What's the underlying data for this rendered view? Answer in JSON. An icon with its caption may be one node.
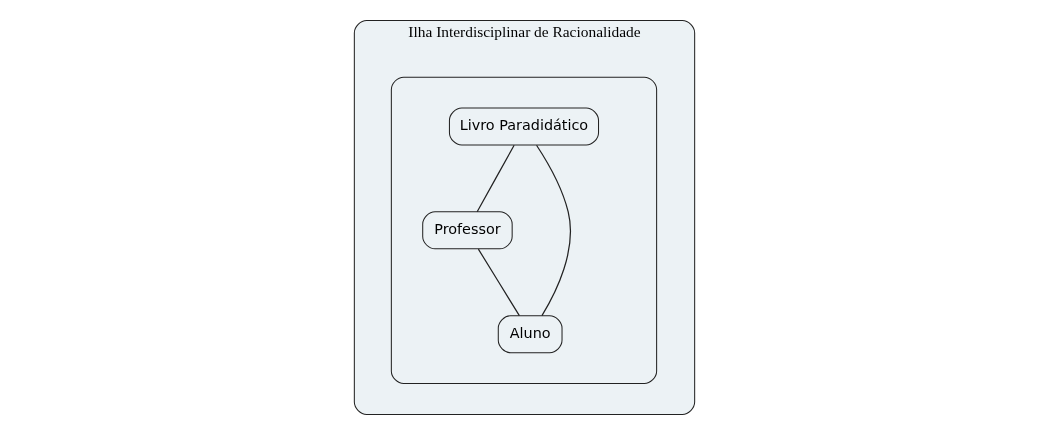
{
  "diagram": {
    "nodes": [
      {
        "text": [
          "Ilha Interdisciplinar de Racionalidade"
        ]
      },
      {
        "text": [],
        "shape": "box",
        "in": 0
      },
      {
        "text": [
          "Livro Paradidático"
        ],
        "in": 1
      },
      {
        "text": [
          "Professor"
        ],
        "in": 1
      },
      {
        "text": [
          "Aluno"
        ],
        "in": 1
      }
    ],
    "edges": [
      {
        "from": 2,
        "to": 3,
        "arrow": "none"
      },
      {
        "from": 2,
        "to": 4,
        "arrow": "none"
      },
      {
        "from": 3,
        "to": 4,
        "arrow": "none"
      }
    ]
  }
}
